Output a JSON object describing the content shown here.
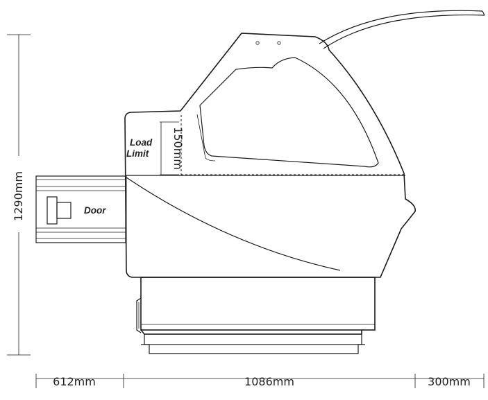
{
  "dimensions": {
    "height": "1290mm",
    "width_left": "612mm",
    "width_middle": "1086mm",
    "width_right": "300mm",
    "load_limit_height": "150mm"
  },
  "labels": {
    "load_limit_line1": "Load",
    "load_limit_line2": "Limit",
    "door": "Door"
  },
  "colors": {
    "stroke": "#1a1a1a",
    "text": "#222222",
    "background": "#ffffff"
  }
}
